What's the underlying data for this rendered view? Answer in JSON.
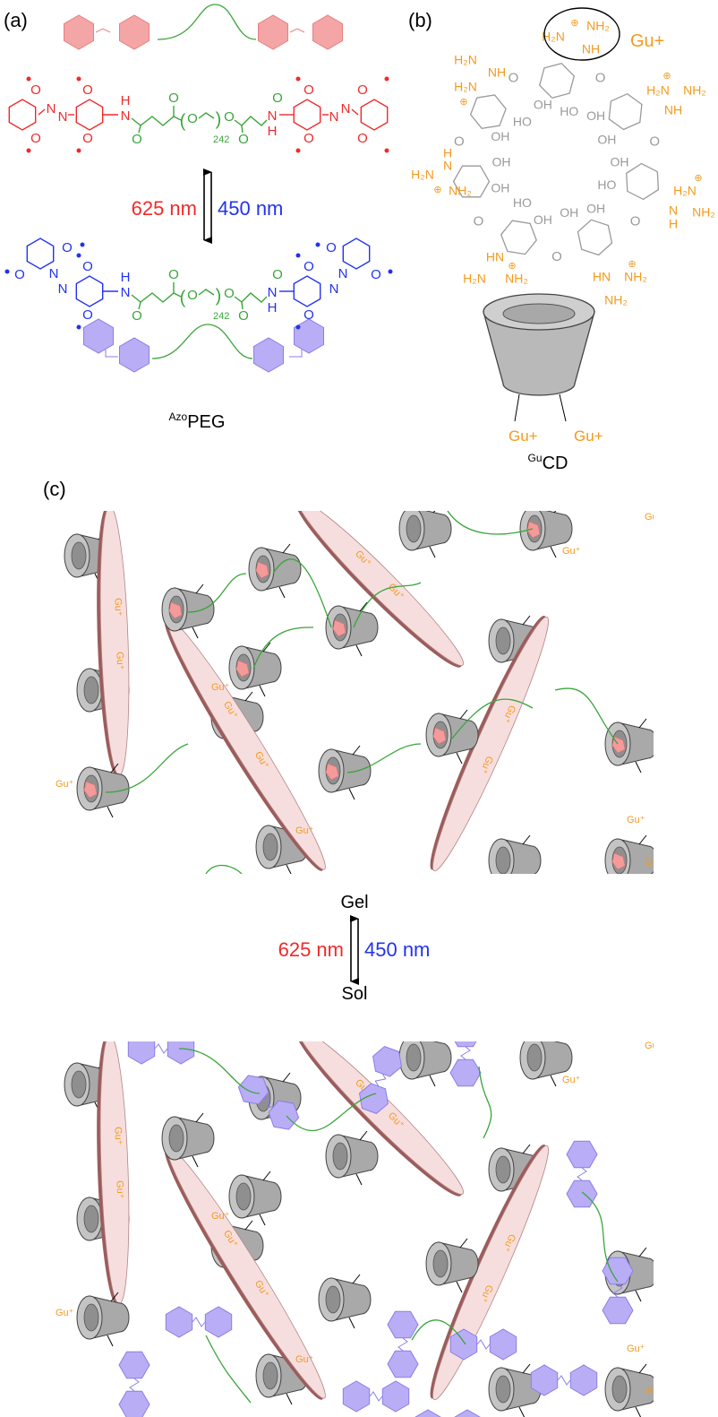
{
  "panels": {
    "a": "(a)",
    "b": "(b)",
    "c": "(c)"
  },
  "light": {
    "red": "625 nm",
    "blue": "450 nm"
  },
  "azopeg": {
    "sup": "Azo",
    "main": "PEG",
    "n": "242"
  },
  "gucd": {
    "sup": "Gu",
    "main": "CD",
    "gu": "Gu+",
    "gu_small": "Gu⁺"
  },
  "states": {
    "gel": "Gel",
    "sol": "Sol"
  },
  "chem": {
    "O": "O",
    "N": "N",
    "H": "H",
    "OH": "OH",
    "HO": "HO",
    "H2N": "H₂N",
    "NH2": "NH₂",
    "NH": "NH",
    "HN": "HN",
    "plus": "⊕",
    "open": "(",
    "close": ")"
  },
  "colors": {
    "trans": "#f02a2a",
    "cis": "#2233ee",
    "peg": "#3aa53a",
    "guanidinium": "#f39a1e",
    "cd": "#9a9a9a",
    "sheet": "#f7dede",
    "sheet_edge": "#a86a6a",
    "azo_cartoon_trans": "#f4a5a5",
    "azo_cartoon_cis": "#b9aef5"
  }
}
